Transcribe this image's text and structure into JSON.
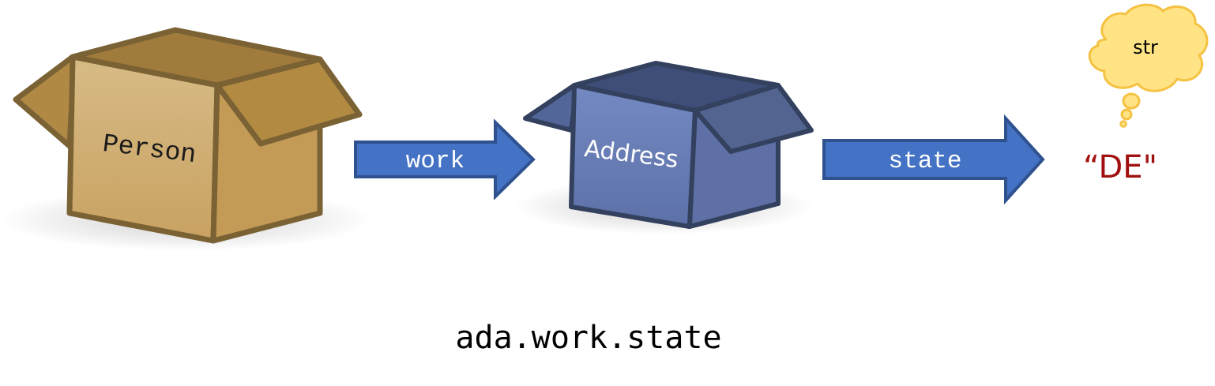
{
  "boxes": [
    {
      "label": "Person",
      "kind": "object-box"
    },
    {
      "label": "Address",
      "kind": "object-box"
    }
  ],
  "arrows": [
    {
      "label": "work"
    },
    {
      "label": "state"
    }
  ],
  "value": {
    "text": "“DE\""
  },
  "thought_bubble": {
    "text": "str"
  },
  "expression": "ada.work.state",
  "colors": {
    "person_box_front": "#cda766",
    "person_box_side": "#c29a55",
    "person_box_outline": "#7a6234",
    "address_box_front": "#6b80b8",
    "address_box_side": "#5c6fa6",
    "address_box_outline": "#33415f",
    "arrow_fill": "#4472c4",
    "arrow_outline": "#2f528f",
    "arrow_text": "#ffffff",
    "value_text": "#a01010",
    "bubble_fill": "#ffe384",
    "bubble_outline": "#f5c242"
  },
  "icons": [
    "open-box-icon",
    "right-arrow-icon",
    "thought-bubble-icon"
  ]
}
